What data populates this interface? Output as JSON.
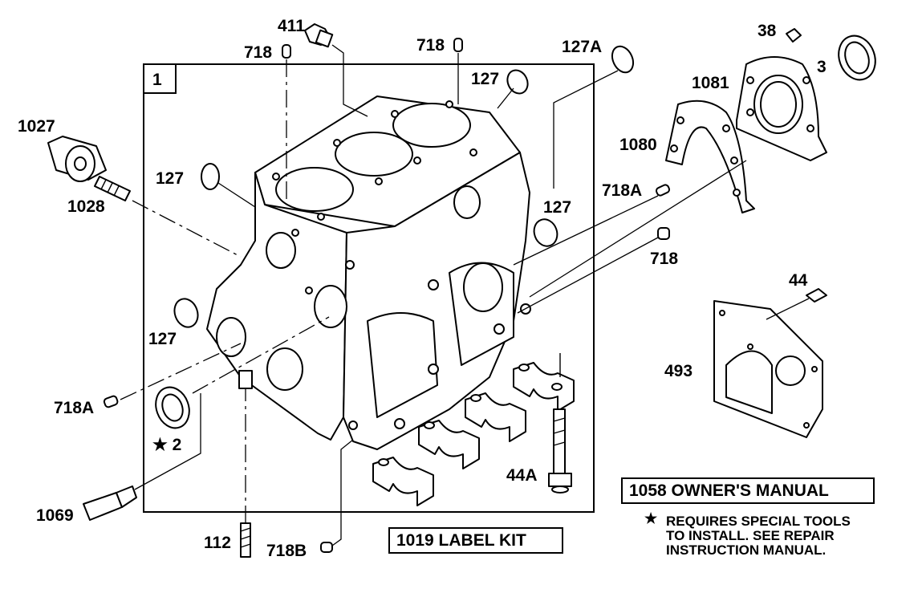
{
  "diagram": {
    "frame_label": "1",
    "callouts": {
      "p411": "411",
      "p718_a": "718",
      "p718_b": "718",
      "p127A": "127A",
      "p127_top": "127",
      "p38": "38",
      "p3": "3",
      "p1081": "1081",
      "p1027": "1027",
      "p1028": "1028",
      "p127_left": "127",
      "p1080": "1080",
      "p718A_right": "718A",
      "p127_right": "127",
      "p718_right": "718",
      "p44": "44",
      "p127_low": "127",
      "p493": "493",
      "p718A_left": "718A",
      "p2": "2",
      "p1069": "1069",
      "p44A": "44A",
      "p112": "112",
      "p718B": "718B"
    },
    "star_glyph": "★",
    "owners_manual": "1058 OWNER'S MANUAL",
    "label_kit": "1019 LABEL KIT",
    "note_lines": [
      "REQUIRES SPECIAL TOOLS",
      "TO INSTALL.  SEE REPAIR",
      "INSTRUCTION MANUAL."
    ]
  }
}
